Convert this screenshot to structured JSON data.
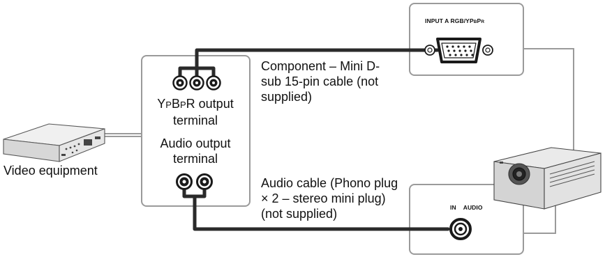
{
  "source_panel": {
    "component_terminal_label": "YPBPR output terminal",
    "component_terminal_label_parts": [
      "Y",
      "P",
      "B",
      "P",
      "R",
      " output"
    ],
    "terminal_word": "terminal",
    "audio_output_label_line1": "Audio output",
    "audio_output_label_line2": "terminal"
  },
  "video_equipment_label": "Video equipment",
  "component_cable_label": {
    "line1": "Component – Mini D-",
    "line2": "sub 15-pin cable (not",
    "line3": "supplied)"
  },
  "audio_cable_label": {
    "line1": "Audio cable (Phono plug",
    "line2": "× 2 – stereo mini plug)",
    "line3": "(not supplied)"
  },
  "projector_input_panel": {
    "label": "INPUT A RGB/YPBPR",
    "label_parts": [
      "INPUT A RGB/YP",
      "B",
      "P",
      "R"
    ]
  },
  "projector_audio_panel": {
    "label_in": "IN",
    "label_audio": "AUDIO"
  },
  "colors": {
    "cable": "#2a2a2a",
    "panel_border": "#9a9a9a",
    "connector_line": "#9a9a9a"
  }
}
